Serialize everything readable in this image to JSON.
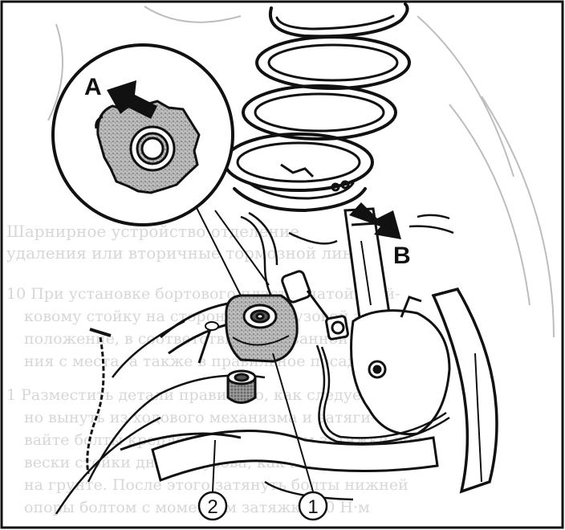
{
  "figure": {
    "callouts": {
      "a": "A",
      "b": "B",
      "one": "1",
      "two": "2"
    },
    "bleed_through_text": {
      "line1": "Шарнирное устройство отделение",
      "line2": "удаления или вторичные тормозной линии",
      "line3": "10 При установке бортового пластинчатой стой-",
      "line4": "ковому стойку на стороне, что грузовой автомо-",
      "line5": "положение, в соответствии с указанной по-",
      "line6": "ния с места, а также в правильное посадку",
      "line7": "1 Разместить детали правильно, как следует",
      "line8": "но вынуть из ходового механизма и затяги-",
      "line9": "вайте болты крепления с моментом затяжки под-",
      "line10": "вески стойки днище кузова, как показано стоит",
      "line11": "на грунте. После этого затянуть болты нижней",
      "line12": "опоры болтом с моментом затяжки 90 Н·м"
    }
  },
  "colors": {
    "ink": "#111111",
    "stipple": "#9a9a9a",
    "paper": "#ffffff",
    "bleed": "#d7d7d7"
  }
}
